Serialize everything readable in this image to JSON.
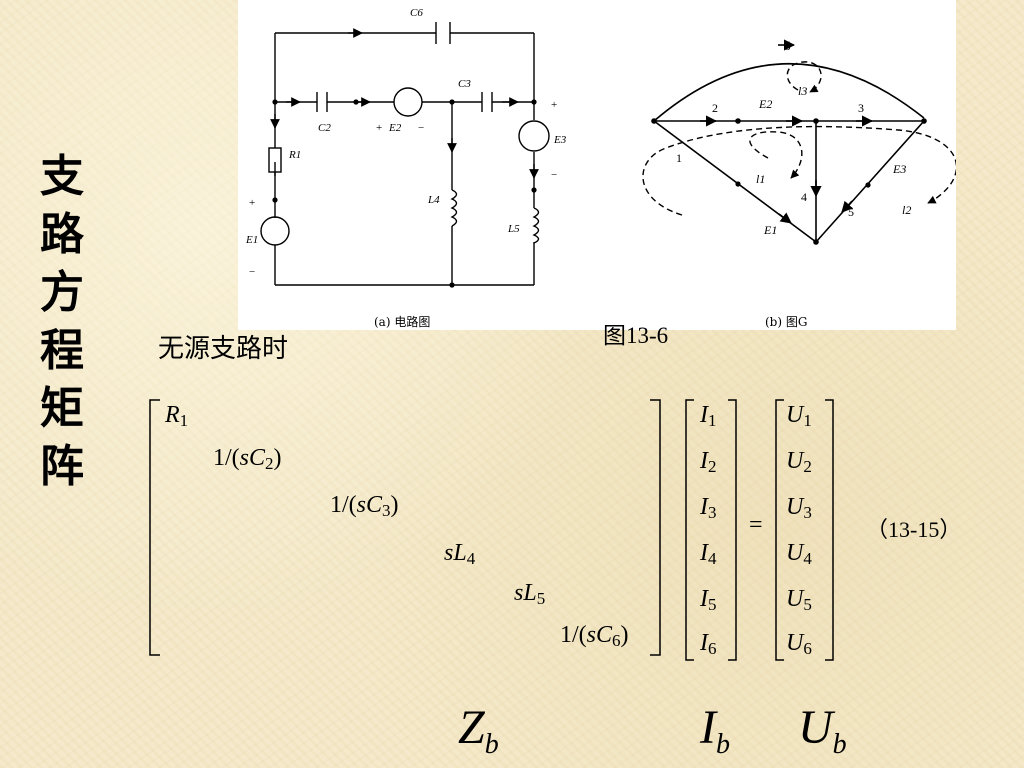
{
  "slide": {
    "title_chars": [
      "支",
      "路",
      "方",
      "程",
      "矩",
      "阵"
    ],
    "figure_caption": "图13-6",
    "caption_a": "(a) 电路图",
    "caption_b": "(b) 图G",
    "note": "无源支路时",
    "equation_number": "（13-15）"
  },
  "circuit": {
    "labels": {
      "C6": "C6",
      "C3": "C3",
      "C2": "C2",
      "E2": "E2",
      "E3": "E3",
      "R1": "R1",
      "E1": "E1",
      "L4": "L4",
      "L5": "L5",
      "plus": "+",
      "minus": "−"
    }
  },
  "graph": {
    "branches": [
      "6",
      "2",
      "3",
      "1",
      "4",
      "5"
    ],
    "loops": [
      "l3",
      "l1",
      "l2"
    ],
    "sources": [
      "E2",
      "E3",
      "E1"
    ]
  },
  "matrix": {
    "diagonal": [
      {
        "pre": "",
        "sym": "R",
        "sub": "1",
        "post": ""
      },
      {
        "pre": "1/(",
        "sym": "sC",
        "sub": "2",
        "post": ")"
      },
      {
        "pre": "1/(",
        "sym": "sC",
        "sub": "3",
        "post": ")"
      },
      {
        "pre": "",
        "sym": "sL",
        "sub": "4",
        "post": ""
      },
      {
        "pre": "",
        "sym": "sL",
        "sub": "5",
        "post": ""
      },
      {
        "pre": "1/(",
        "sym": "sC",
        "sub": "6",
        "post": ")"
      }
    ],
    "I_vector": [
      {
        "sym": "I",
        "sub": "1"
      },
      {
        "sym": "I",
        "sub": "2"
      },
      {
        "sym": "I",
        "sub": "3"
      },
      {
        "sym": "I",
        "sub": "4"
      },
      {
        "sym": "I",
        "sub": "5"
      },
      {
        "sym": "I",
        "sub": "6"
      }
    ],
    "U_vector": [
      {
        "sym": "U",
        "sub": "1"
      },
      {
        "sym": "U",
        "sub": "2"
      },
      {
        "sym": "U",
        "sub": "3"
      },
      {
        "sym": "U",
        "sub": "4"
      },
      {
        "sym": "U",
        "sub": "5"
      },
      {
        "sym": "U",
        "sub": "6"
      }
    ],
    "equals": "="
  },
  "labels_below": {
    "Z": {
      "sym": "Z",
      "sub": "b"
    },
    "I": {
      "sym": "I",
      "sub": "b"
    },
    "U": {
      "sym": "U",
      "sub": "b"
    }
  }
}
